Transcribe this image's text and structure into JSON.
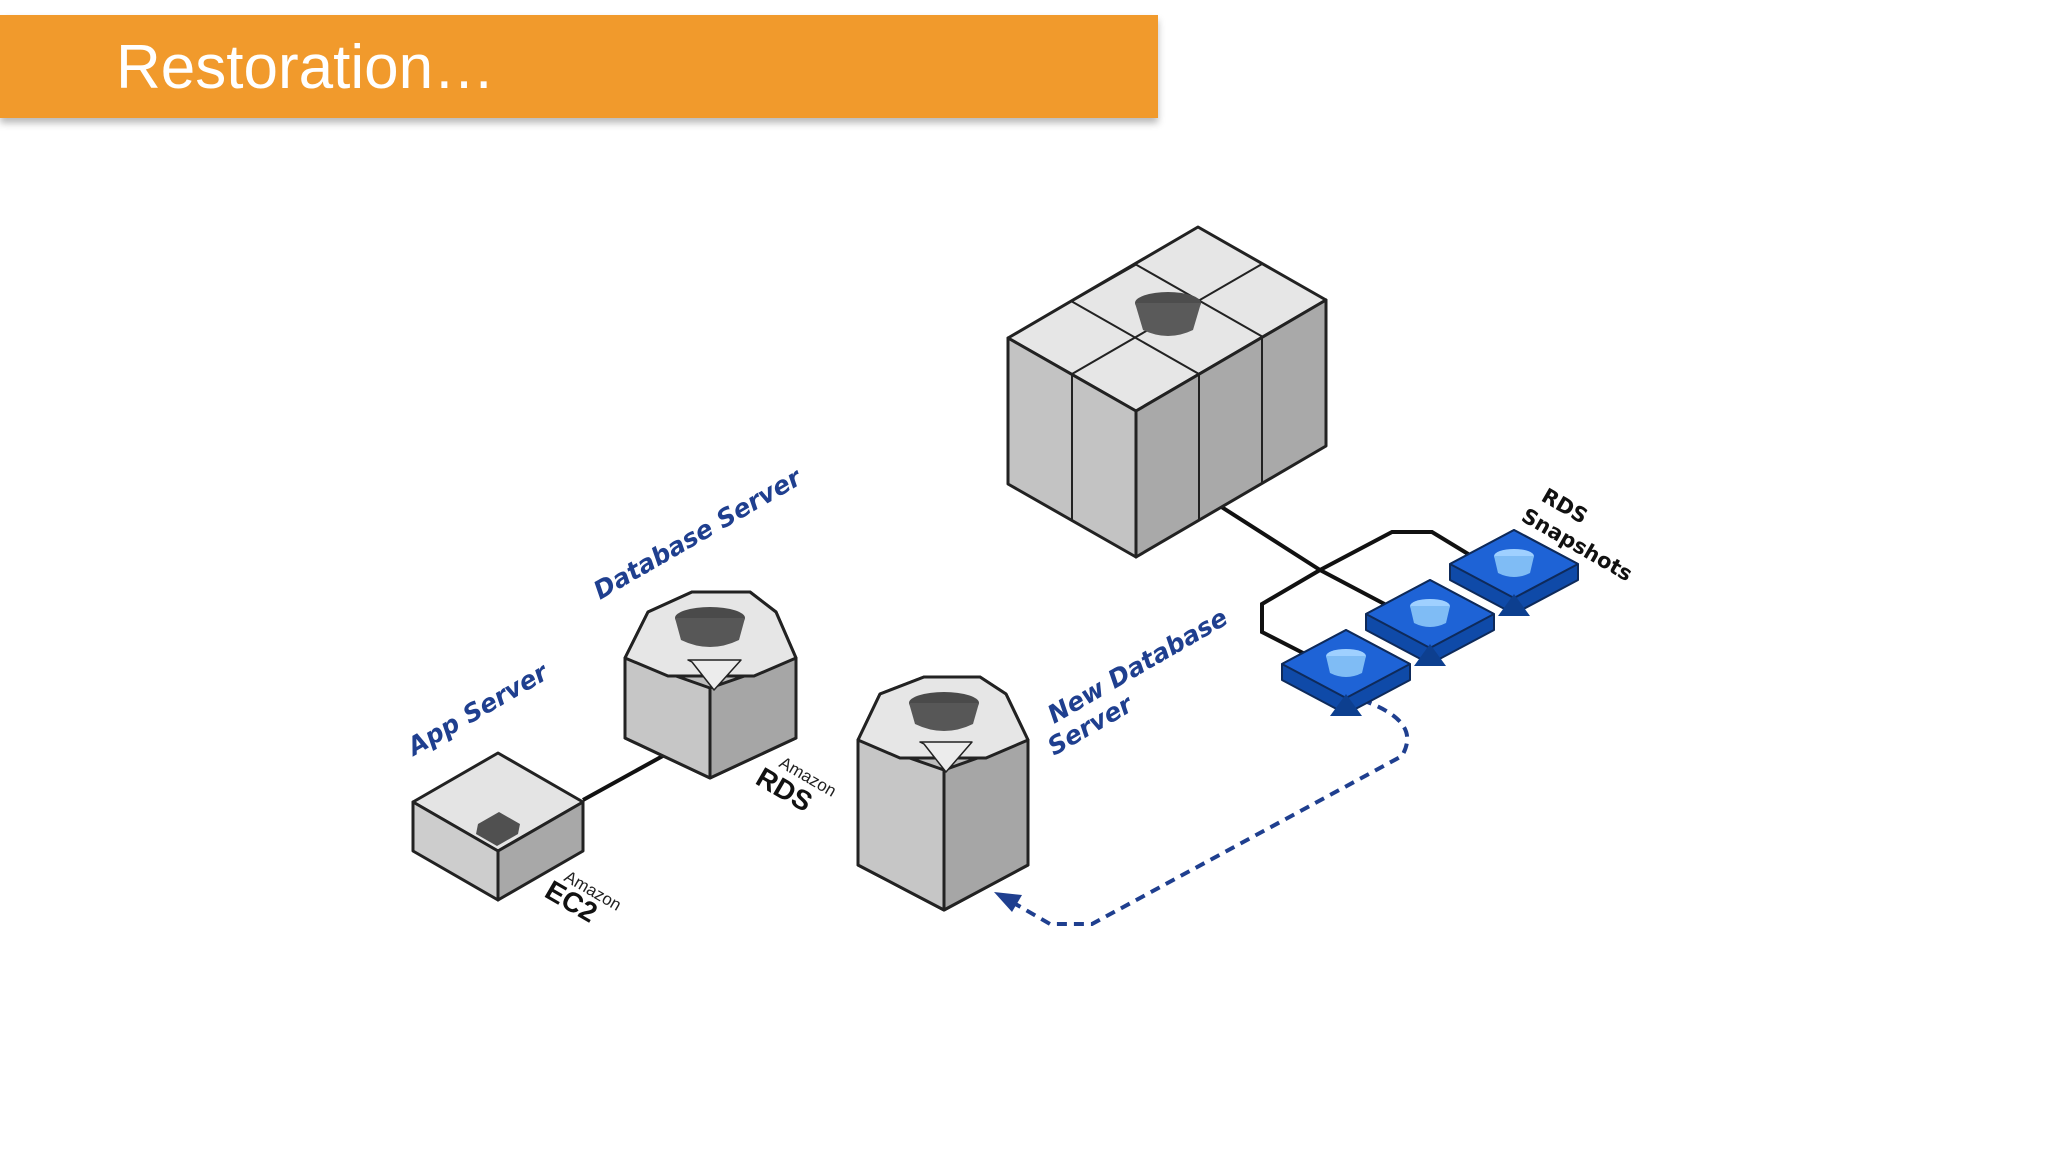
{
  "slide": {
    "title": "Restoration…"
  },
  "diagram": {
    "app_server": {
      "label": "App Server",
      "vendor": "Amazon",
      "service": "EC2"
    },
    "database_server": {
      "label": "Database Server",
      "vendor": "Amazon",
      "service": "RDS"
    },
    "new_database_server": {
      "label_line1": "New Database",
      "label_line2": "Server"
    },
    "snapshots": {
      "label_line1": "RDS",
      "label_line2": "Snapshots",
      "count": 3
    },
    "colors": {
      "title_bar": "#f19a2c",
      "label_blue": "#1f3f8f",
      "snapshot_blue": "#1e63d6",
      "restore_arrow": "#1f3f8f"
    }
  }
}
